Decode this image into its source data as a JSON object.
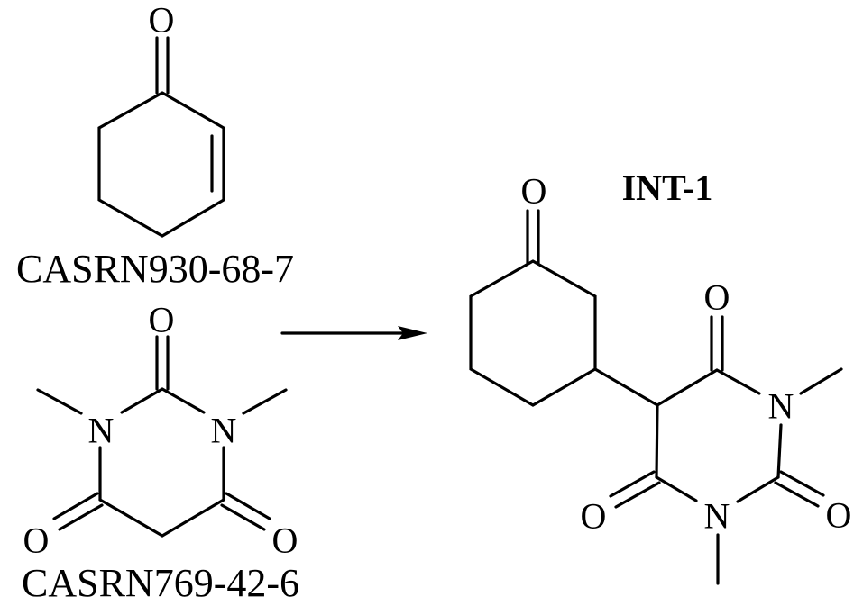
{
  "scheme": {
    "reactant_1": {
      "name": "cyclohex-2-en-1-one",
      "label": "CASRN930-68-7",
      "atoms": {
        "o1": "O"
      }
    },
    "reactant_2": {
      "name": "1,3-dimethylbarbituric acid",
      "label": "CASRN769-42-6",
      "atoms": {
        "o_top": "O",
        "n_left": "N",
        "n_right": "N",
        "o_left": "O",
        "o_right": "O"
      }
    },
    "arrow": {
      "direction": "right"
    },
    "product": {
      "label": "INT-1",
      "atoms": {
        "o_ketone": "O",
        "o_c4": "O",
        "n3": "N",
        "o_c2": "O",
        "n1": "N",
        "o_c6": "O"
      }
    }
  }
}
